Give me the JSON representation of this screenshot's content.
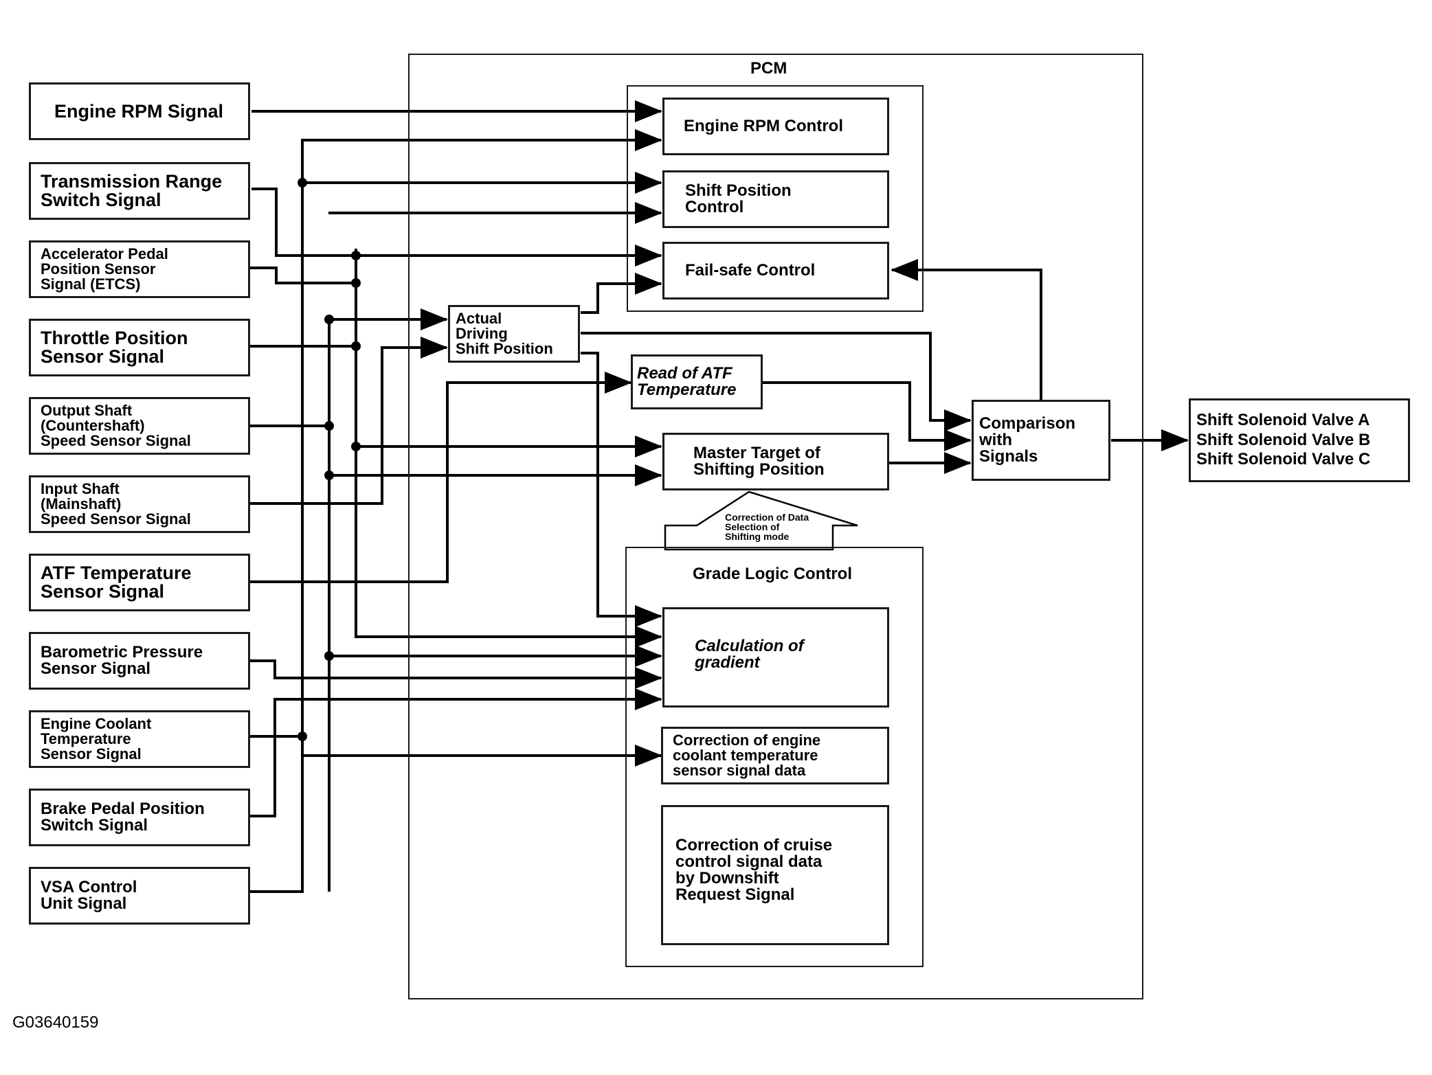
{
  "inputs": [
    {
      "id": "engine_rpm",
      "label": "Engine RPM Signal"
    },
    {
      "id": "trans_range",
      "label": "Transmission Range\nSwitch Signal"
    },
    {
      "id": "accel_pedal",
      "label": "Accelerator Pedal\nPosition Sensor\nSignal (ETCS)"
    },
    {
      "id": "throttle",
      "label": "Throttle Position\nSensor Signal"
    },
    {
      "id": "output_shaft",
      "label": "Output Shaft\n(Countershaft)\nSpeed Sensor Signal"
    },
    {
      "id": "input_shaft",
      "label": "Input Shaft\n(Mainshaft)\nSpeed Sensor Signal"
    },
    {
      "id": "atf_temp",
      "label": "ATF Temperature\nSensor Signal"
    },
    {
      "id": "baro",
      "label": "Barometric Pressure\nSensor Signal"
    },
    {
      "id": "coolant",
      "label": "Engine Coolant\nTemperature\nSensor Signal"
    },
    {
      "id": "brake",
      "label": "Brake Pedal Position\nSwitch Signal"
    },
    {
      "id": "vsa",
      "label": "VSA Control\nUnit Signal"
    }
  ],
  "pcm": {
    "title": "PCM",
    "engine_rpm_control": "Engine RPM Control",
    "shift_position_control": "Shift Position\nControl",
    "fail_safe_control": "Fail-safe Control",
    "actual_driving": "Actual\nDriving\nShift Position",
    "read_atf": "Read of ATF\nTemperature",
    "master_target": "Master Target of\nShifting Position",
    "comparison": "Comparison\nwith\nSignals",
    "correction_arrow": "Correction of Data\nSelection of\nShifting mode",
    "grade_logic": {
      "title": "Grade Logic Control",
      "calculation": "Calculation of\ngradient",
      "coolant_correction": "Correction of engine\ncoolant temperature\nsensor signal data",
      "cruise_correction": "Correction of cruise\ncontrol signal data\nby Downshift\nRequest Signal"
    }
  },
  "output": "Shift Solenoid Valve A\nShift Solenoid Valve B\nShift Solenoid Valve C",
  "figure_id": "G03640159"
}
